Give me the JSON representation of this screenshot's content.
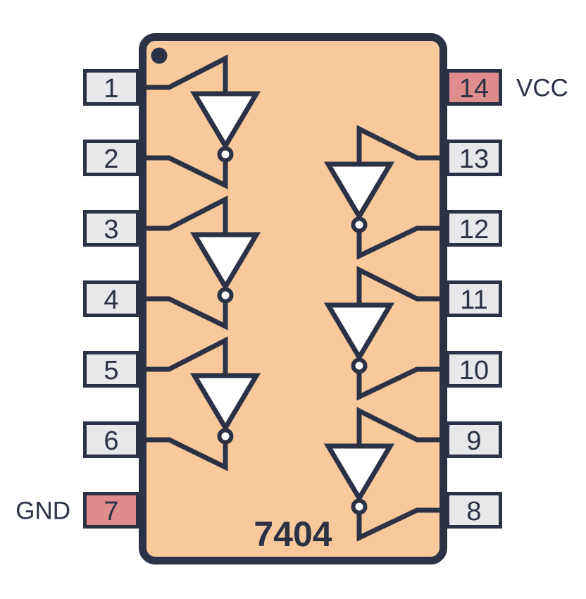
{
  "diagram": {
    "part_number": "7404",
    "labels": {
      "vcc": "VCC",
      "gnd": "GND"
    },
    "left_pins": [
      {
        "number": "1",
        "variant": "standard"
      },
      {
        "number": "2",
        "variant": "standard"
      },
      {
        "number": "3",
        "variant": "standard"
      },
      {
        "number": "4",
        "variant": "standard"
      },
      {
        "number": "5",
        "variant": "standard"
      },
      {
        "number": "6",
        "variant": "standard"
      },
      {
        "number": "7",
        "variant": "power"
      }
    ],
    "right_pins": [
      {
        "number": "14",
        "variant": "power"
      },
      {
        "number": "13",
        "variant": "standard"
      },
      {
        "number": "12",
        "variant": "standard"
      },
      {
        "number": "11",
        "variant": "standard"
      },
      {
        "number": "10",
        "variant": "standard"
      },
      {
        "number": "9",
        "variant": "standard"
      },
      {
        "number": "8",
        "variant": "standard"
      }
    ],
    "inverters": [
      {
        "input_pin": "1",
        "output_pin": "2"
      },
      {
        "input_pin": "3",
        "output_pin": "4"
      },
      {
        "input_pin": "5",
        "output_pin": "6"
      },
      {
        "input_pin": "13",
        "output_pin": "12"
      },
      {
        "input_pin": "11",
        "output_pin": "10"
      },
      {
        "input_pin": "9",
        "output_pin": "8"
      }
    ],
    "colors": {
      "background": "#FFFFFF",
      "outline": "#2B3245",
      "body_fill": "#F9C99C",
      "pin_fill": "#E8E8EA",
      "power_pin_fill": "#DF8D8C",
      "gate_fill": "#FFFFFF"
    }
  }
}
